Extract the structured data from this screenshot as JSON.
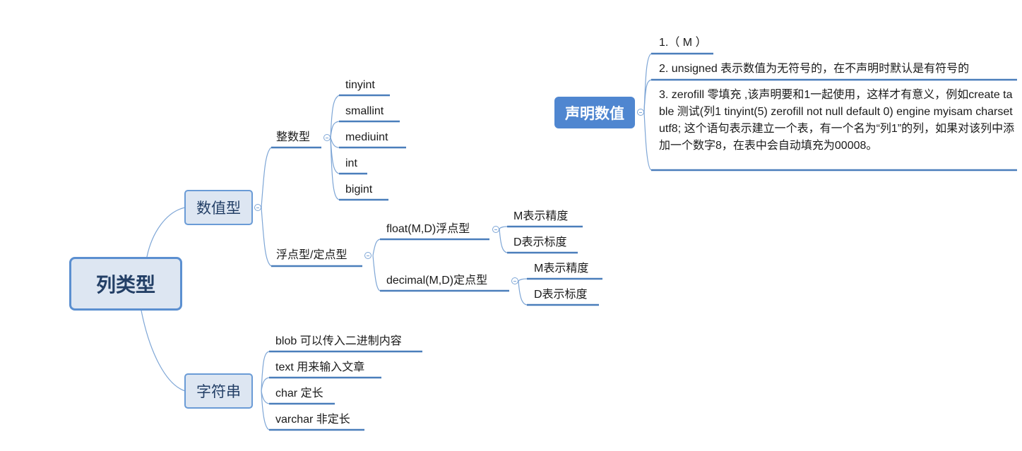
{
  "root": {
    "label": "列类型"
  },
  "numeric": {
    "label": "数值型",
    "integer": {
      "label": "整数型",
      "items": [
        "tinyint",
        "smallint",
        "mediuint",
        "int",
        "bigint"
      ]
    },
    "float_fixed": {
      "label": "浮点型/定点型",
      "float": {
        "label": "float(M,D)浮点型",
        "items": [
          "M表示精度",
          "D表示标度"
        ]
      },
      "decimal": {
        "label": "decimal(M,D)定点型",
        "items": [
          "M表示精度",
          "D表示标度"
        ]
      }
    }
  },
  "string": {
    "label": "字符串",
    "items": [
      "blob 可以传入二进制内容",
      "text 用来输入文章",
      "char 定长",
      "varchar 非定长"
    ]
  },
  "declare": {
    "label": "声明数值",
    "items": [
      "1.（ M ）",
      "2. unsigned     表示数值为无符号的，在不声明时默认是有符号的",
      "3. zerofill   零填充 ,该声明要和1一起使用，这样才有意义，例如create table 测试(列1 tinyint(5) zerofill not null default 0) engine myisam charset utf8; 这个语句表示建立一个表，有一个名为“列1”的列，如果对该列中添加一个数字8，在表中会自动填充为00008。"
    ]
  },
  "colors": {
    "connector": "#7ea6d6",
    "underline": "#4a7ebb",
    "node_fill": "#dde6f2",
    "node_border": "#5b8fd0",
    "declare_fill": "#4f86d0"
  }
}
